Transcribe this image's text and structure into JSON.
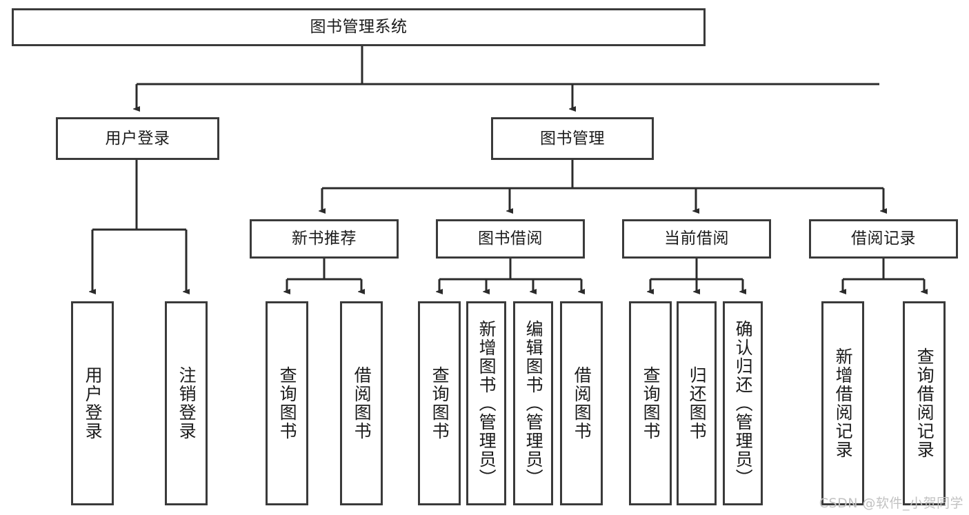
{
  "diagram": {
    "title": "图书管理系统",
    "type": "hierarchy-tree",
    "orientation": "top-down",
    "colors": {
      "box_border": "#3a3a3a",
      "box_fill": "#ffffff",
      "edge": "#2b2b2b",
      "text": "#1b1b1b",
      "watermark": "#c2c2c2"
    }
  },
  "nodes": {
    "root": {
      "label": "图书管理系统"
    },
    "level2": [
      {
        "label": "用户登录"
      },
      {
        "label": "图书管理"
      }
    ],
    "level3": [
      {
        "label": "新书推荐"
      },
      {
        "label": "图书借阅"
      },
      {
        "label": "当前借阅"
      },
      {
        "label": "借阅记录"
      }
    ],
    "leaves_user_login": [
      {
        "label": "用户登录"
      },
      {
        "label": "注销登录"
      }
    ],
    "leaves_new_book": [
      {
        "label": "查询图书"
      },
      {
        "label": "借阅图书"
      }
    ],
    "leaves_borrow": [
      {
        "label": "查询图书"
      },
      {
        "label": "新增图书（管理员）"
      },
      {
        "label": "编辑图书（管理员）"
      },
      {
        "label": "借阅图书"
      }
    ],
    "leaves_current": [
      {
        "label": "查询图书"
      },
      {
        "label": "归还图书"
      },
      {
        "label": "确认归还（管理员）"
      }
    ],
    "leaves_record": [
      {
        "label": "新增借阅记录"
      },
      {
        "label": "查询借阅记录"
      }
    ]
  },
  "watermark": {
    "text": "CSDN @软件_小贺同学"
  }
}
